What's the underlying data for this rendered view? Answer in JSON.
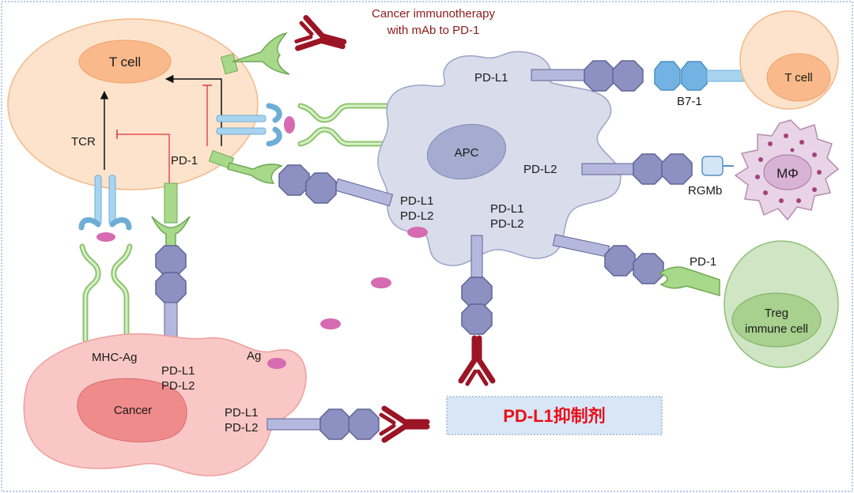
{
  "title": {
    "line1": "Cancer immunotherapy",
    "line2": "with mAb to PD-1"
  },
  "cells": {
    "tcell_left": "T cell",
    "tcell_right": "T cell",
    "apc": "APC",
    "macrophage": "MΦ",
    "treg_line1": "Treg",
    "treg_line2": "immune cell",
    "cancer": "Cancer"
  },
  "labels": {
    "tcr": "TCR",
    "pd1_tcell": "PD-1",
    "mhc_ag": "MHC-Ag",
    "ag": "Ag",
    "cancer_pdl1_top": "PD-L1",
    "cancer_pdl2_top": "PD-L2",
    "cancer_pdl1_bottom": "PD-L1",
    "cancer_pdl2_bottom": "PD-L2",
    "apc_pdl1_left": "PD-L1",
    "apc_pdl2_left": "PD-L2",
    "apc_pdl1_mid": "PD-L1",
    "apc_pdl2_mid": "PD-L2",
    "apc_pdl1_top": "PD-L1",
    "apc_pdl2_right": "PD-L2",
    "b71": "B7-1",
    "rgmb": "RGMb",
    "pd1_treg": "PD-1"
  },
  "inhibitor": {
    "label": "PD-L1抑制剂"
  },
  "colors": {
    "tcell_fill": "#fde3cc",
    "tcell_nucleus": "#f9b98a",
    "apc_fill": "#d9dcea",
    "apc_nucleus": "#a4acd0",
    "cancer_fill": "#f9c8c6",
    "cancer_nucleus": "#f08b8c",
    "macrophage_fill": "#e8d4e6",
    "treg_fill": "#cfe5c3",
    "receptor_green": "#a8d88a",
    "receptor_blue": "#a8d4f0",
    "ligand_purple": "#8c91c2",
    "antibody_red": "#9b1525",
    "antigen_pink": "#d66bb1",
    "inhibit_red": "#e0353a",
    "label_box": "#d8e6f6"
  }
}
